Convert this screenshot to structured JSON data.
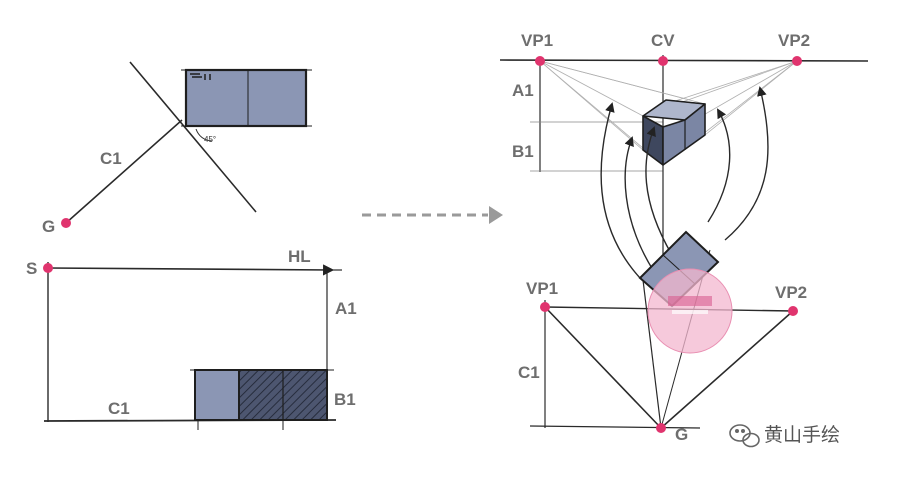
{
  "colors": {
    "background": "#ffffff",
    "ink": "#2a2a2a",
    "point": "#e0346e",
    "box_fill": "#8b96b4",
    "box_fill_dark": "#3e475e",
    "label": "#6e6e6e",
    "arrow": "#9a9a9a"
  },
  "left": {
    "plan": {
      "labels": {
        "g": "G",
        "c1": "C1",
        "angle": "45°"
      }
    },
    "elevation": {
      "labels": {
        "s": "S",
        "hl": "HL",
        "a1": "A1",
        "b1": "B1",
        "c1": "C1"
      }
    }
  },
  "right": {
    "top": {
      "labels": {
        "vp1": "VP1",
        "cv": "CV",
        "vp2": "VP2",
        "a1": "A1",
        "b1": "B1"
      }
    },
    "bottom": {
      "labels": {
        "vp1": "VP1",
        "vp2": "VP2",
        "c1": "C1",
        "g": "G"
      }
    }
  },
  "transition_arrow": {
    "icon": "dashed-arrow-right-icon"
  },
  "watermark": {
    "text": "黄山手绘",
    "icon": "wechat-icon"
  },
  "stamp": {
    "icon": "pink-circular-stamp"
  }
}
